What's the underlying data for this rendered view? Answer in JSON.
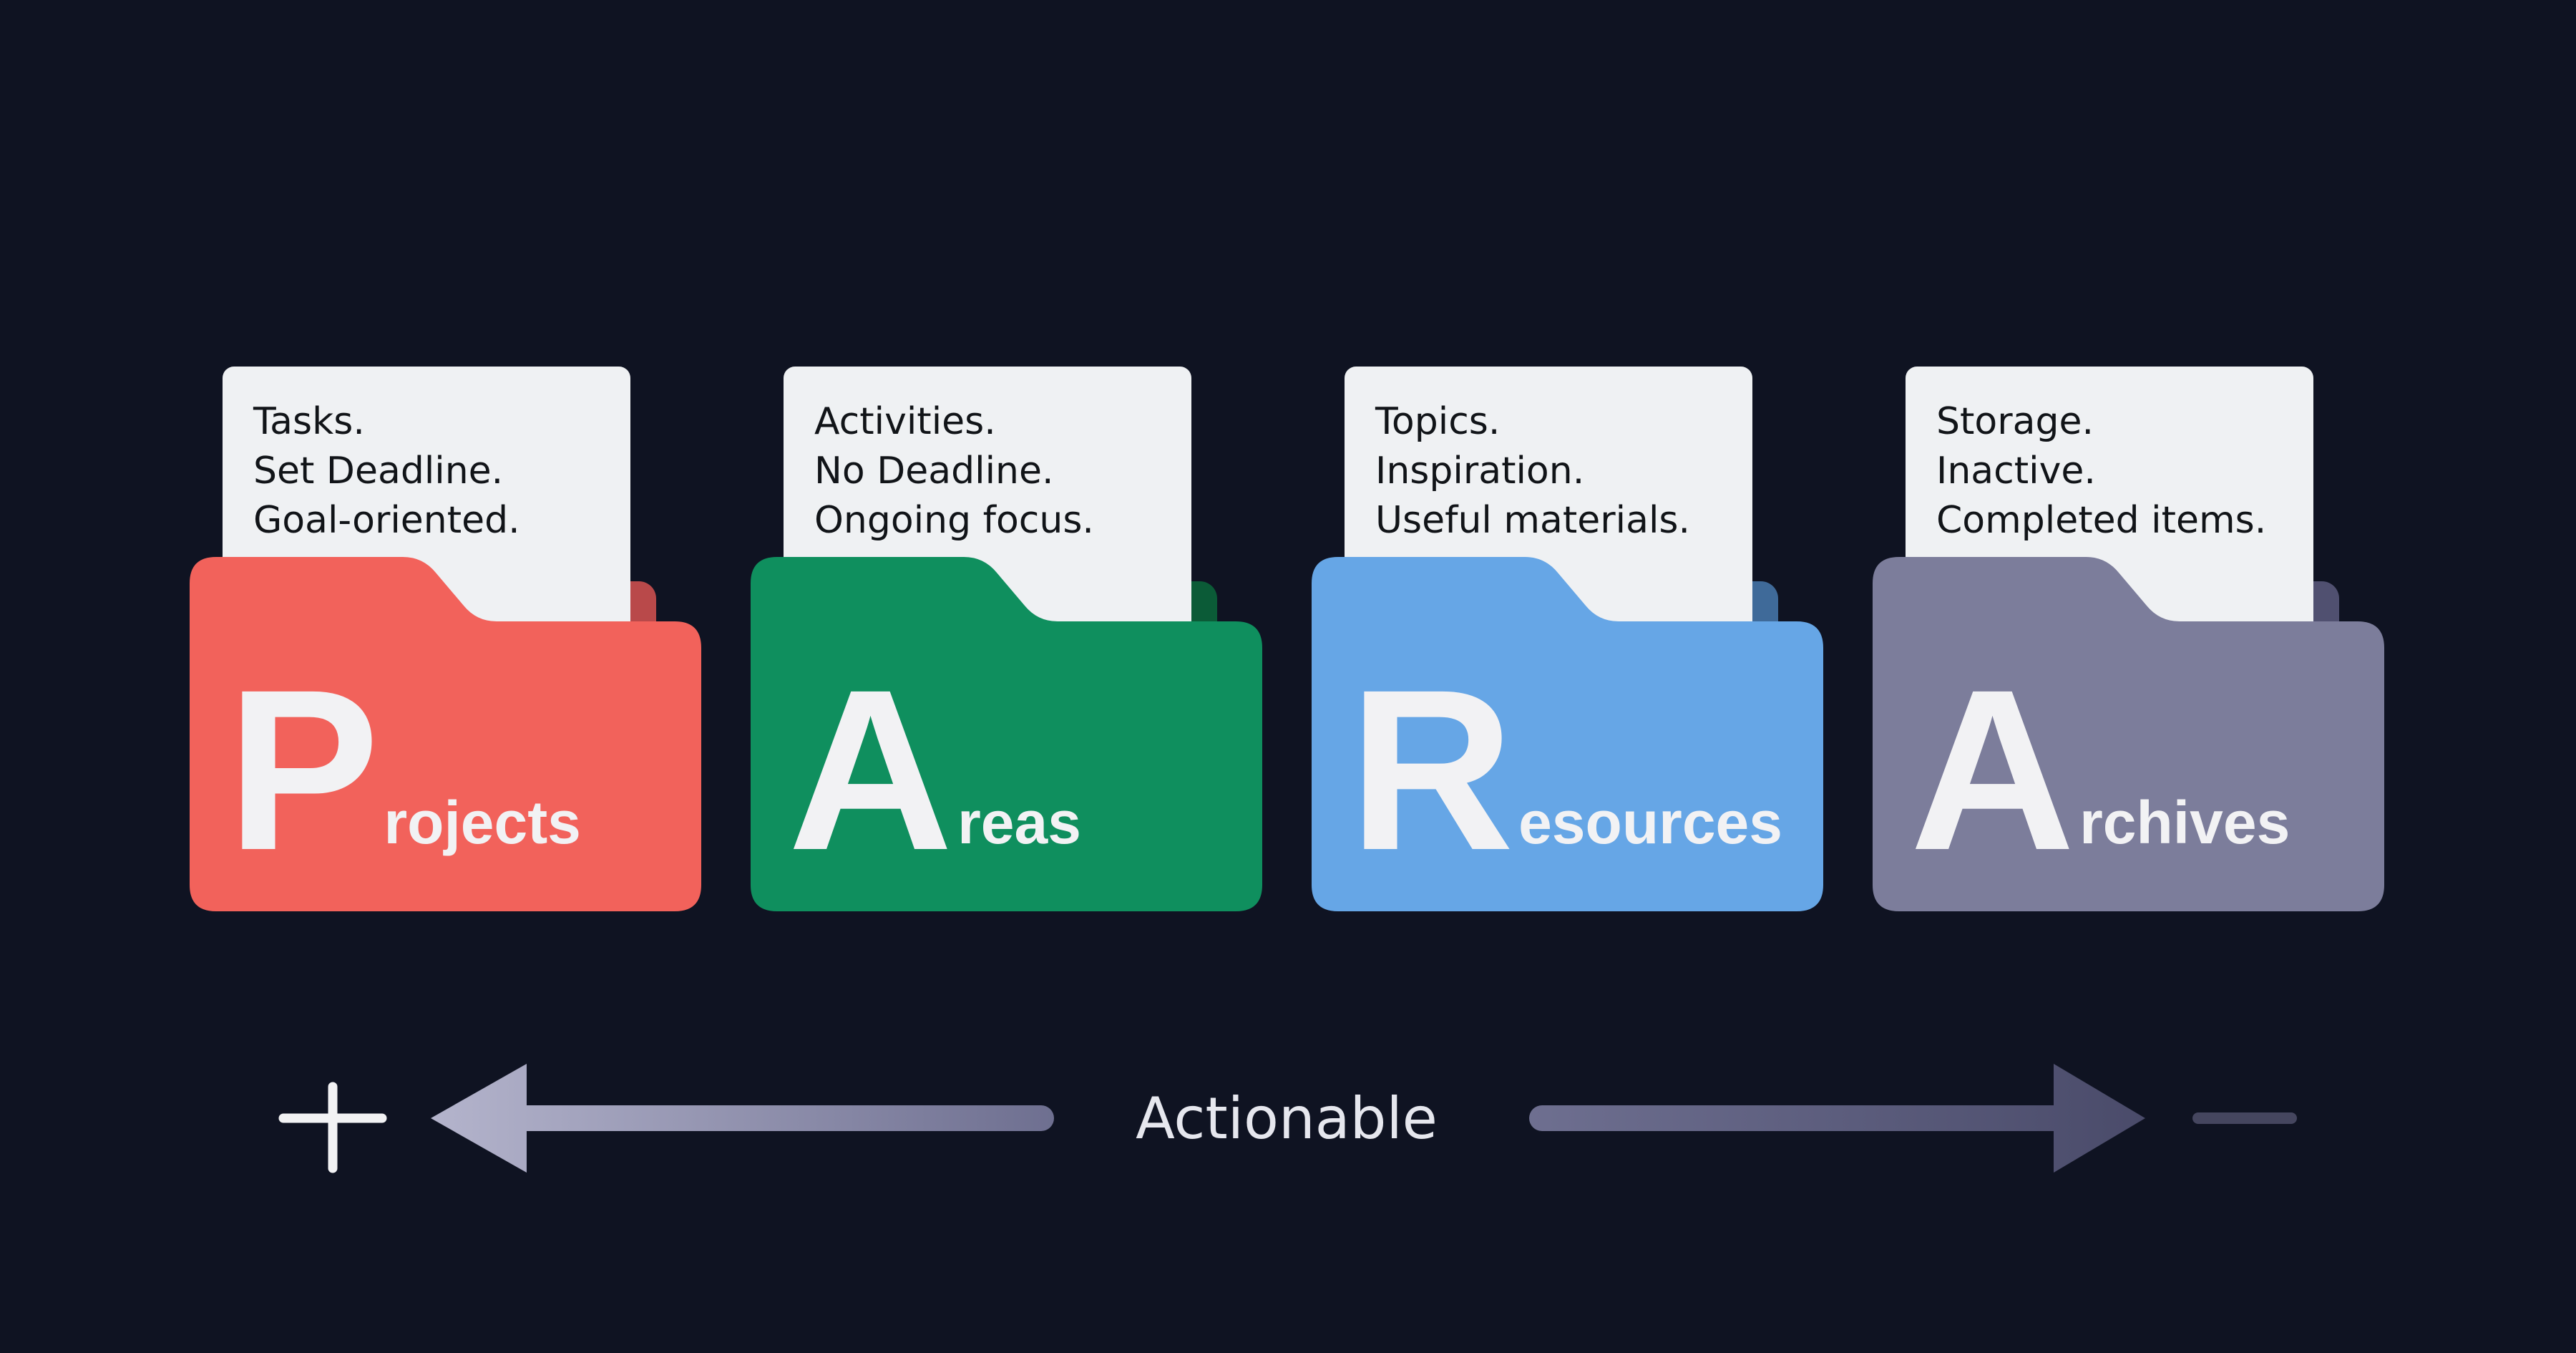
{
  "folders": [
    {
      "letter": "P",
      "rest": "rojects",
      "lines": [
        "Tasks.",
        "Set Deadline.",
        "Goal-oriented."
      ],
      "color": "#f2625b",
      "tab_color": "#b9494a"
    },
    {
      "letter": "A",
      "rest": "reas",
      "lines": [
        "Activities.",
        "No Deadline.",
        "Ongoing focus."
      ],
      "color": "#0f8f5e",
      "tab_color": "#0b5b37"
    },
    {
      "letter": "R",
      "rest": "esources",
      "lines": [
        "Topics.",
        "Inspiration.",
        "Useful materials."
      ],
      "color": "#66a6e6",
      "tab_color": "#3f6a99"
    },
    {
      "letter": "A",
      "rest": "rchives",
      "lines": [
        "Storage.",
        "Inactive.",
        "Completed items."
      ],
      "color": "#7c7d9b",
      "tab_color": "#505070"
    }
  ],
  "paper_color": "#eff1f3",
  "axis": {
    "label": "Actionable",
    "plus_symbol": "plus-icon",
    "minus_symbol": "minus-icon",
    "left_arrow": "arrow-left-icon",
    "right_arrow": "arrow-right-icon",
    "left_color": "#a8a8c4",
    "right_color": "#4e4f70"
  }
}
